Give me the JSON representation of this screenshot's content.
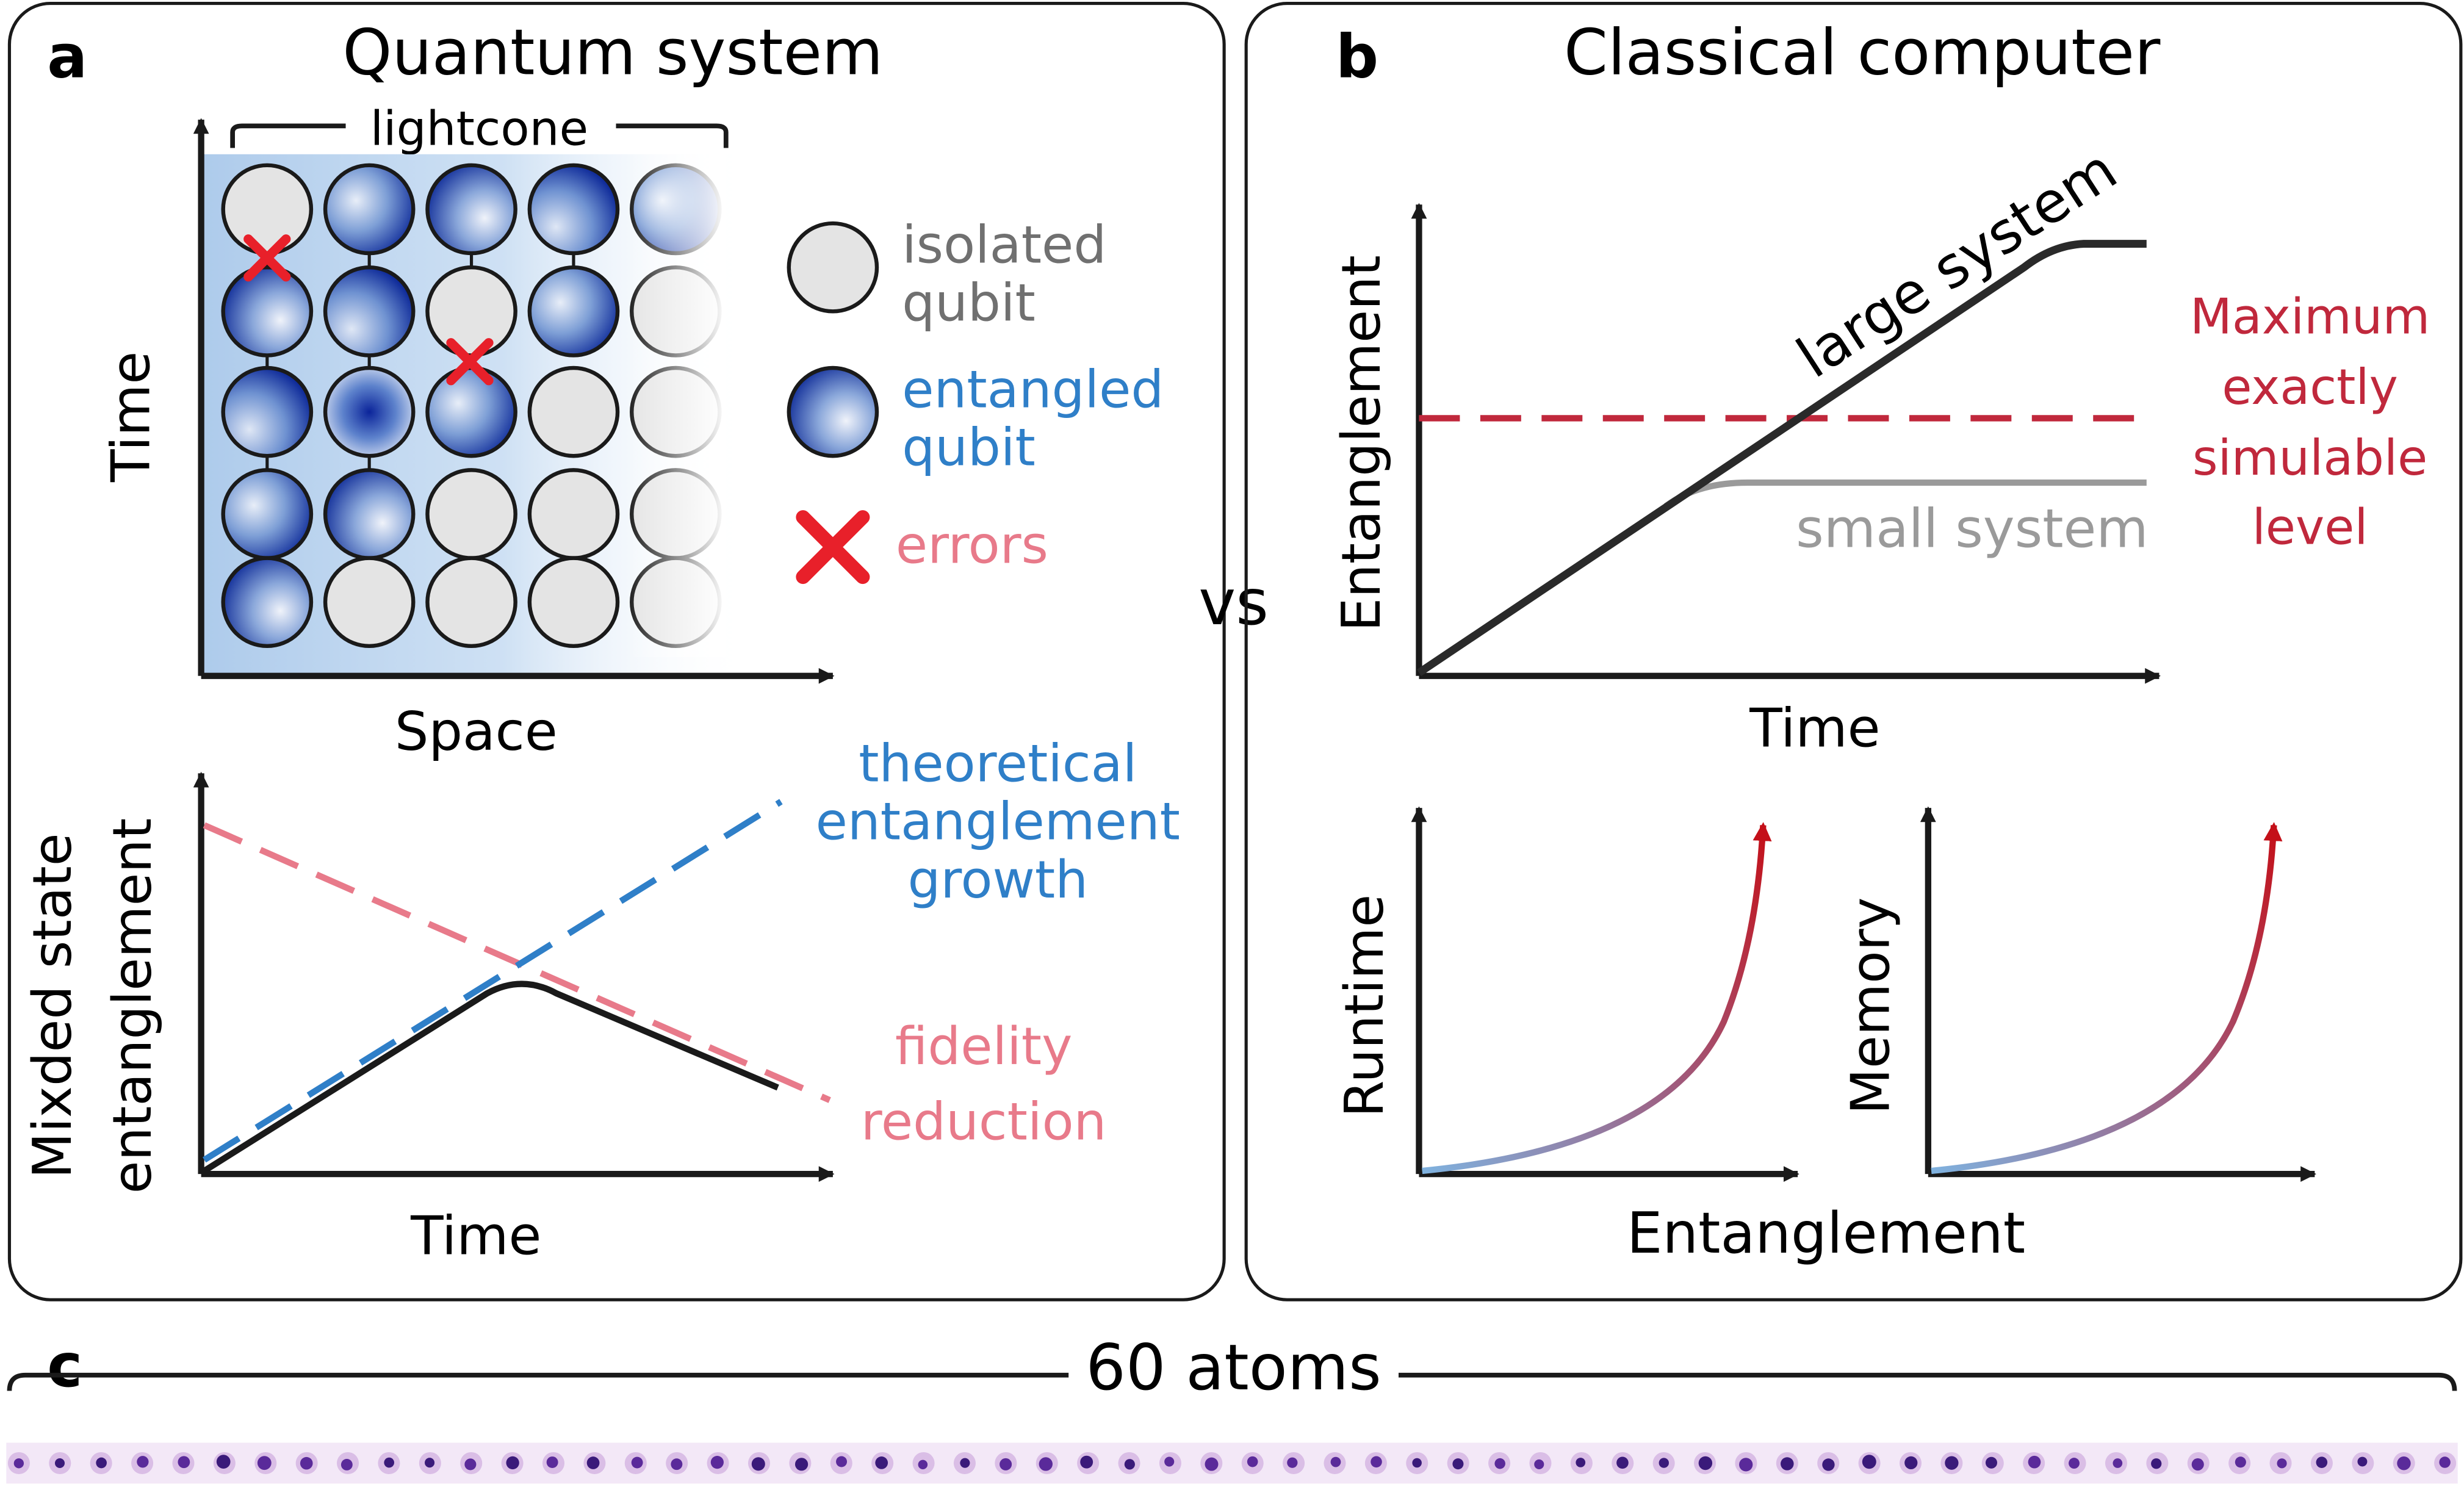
{
  "panel_a": {
    "letter": "a",
    "title": "Quantum system",
    "lightcone_label": "lightcone",
    "grid_xlabel": "Space",
    "grid_ylabel": "Time",
    "legend": {
      "isolated_1": "isolated",
      "isolated_2": "qubit",
      "entangled_1": "entangled",
      "entangled_2": "qubit",
      "errors": "errors"
    },
    "plot": {
      "ylabel_1": "Mixded state",
      "ylabel_2": "entanglement",
      "xlabel": "Time",
      "theoretical_1": "theoretical",
      "theoretical_2": "entanglement",
      "theoretical_3": "growth",
      "fidelity_1": "fidelity",
      "fidelity_2": "reduction"
    }
  },
  "vs_label": "vs",
  "panel_b": {
    "letter": "b",
    "title": "Classical computer",
    "top_plot": {
      "ylabel": "Entanglement",
      "xlabel": "Time",
      "large_label": "large system",
      "small_label": "small system",
      "max_1": "Maximum",
      "max_2": "exactly",
      "max_3": "simulable",
      "max_4": "level"
    },
    "runtime_label": "Runtime",
    "memory_label": "Memory",
    "shared_xlabel": "Entanglement"
  },
  "panel_c": {
    "letter": "c",
    "atoms_label": "60 atoms",
    "atom_count": 60
  },
  "colors": {
    "entangled_blue": "#1f3fa8",
    "theory_blue": "#2f7fc8",
    "fidelity_pink": "#e87a8a",
    "error_red": "#e8202a",
    "max_red": "#c0283c",
    "gray_text": "#707070"
  }
}
